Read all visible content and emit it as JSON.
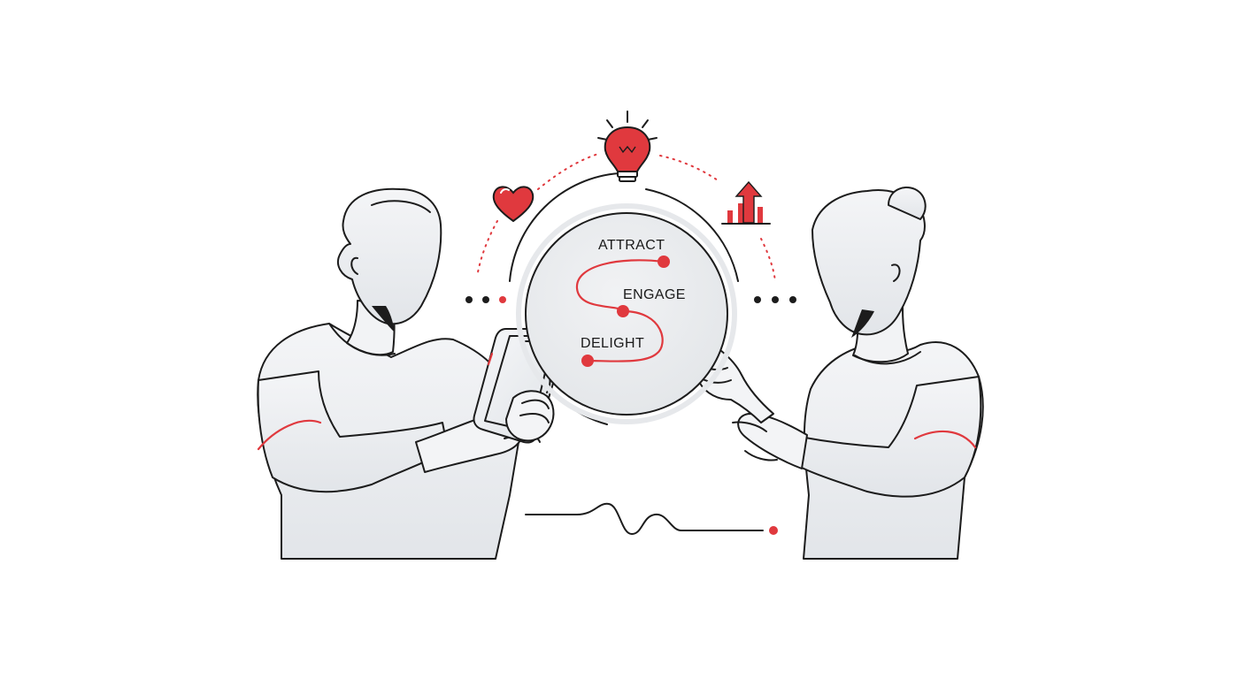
{
  "stages": [
    {
      "label": "ATTRACT"
    },
    {
      "label": "ENGAGE"
    },
    {
      "label": "DELIGHT"
    }
  ],
  "icons": {
    "top": "lightbulb-icon",
    "left": "heart-icon",
    "right": "growth-chart-icon"
  },
  "colors": {
    "accent": "#e0393e",
    "ink": "#1c1c1c",
    "figure_fill": "#eef0f3",
    "circle_fill": "#e9ebee"
  }
}
